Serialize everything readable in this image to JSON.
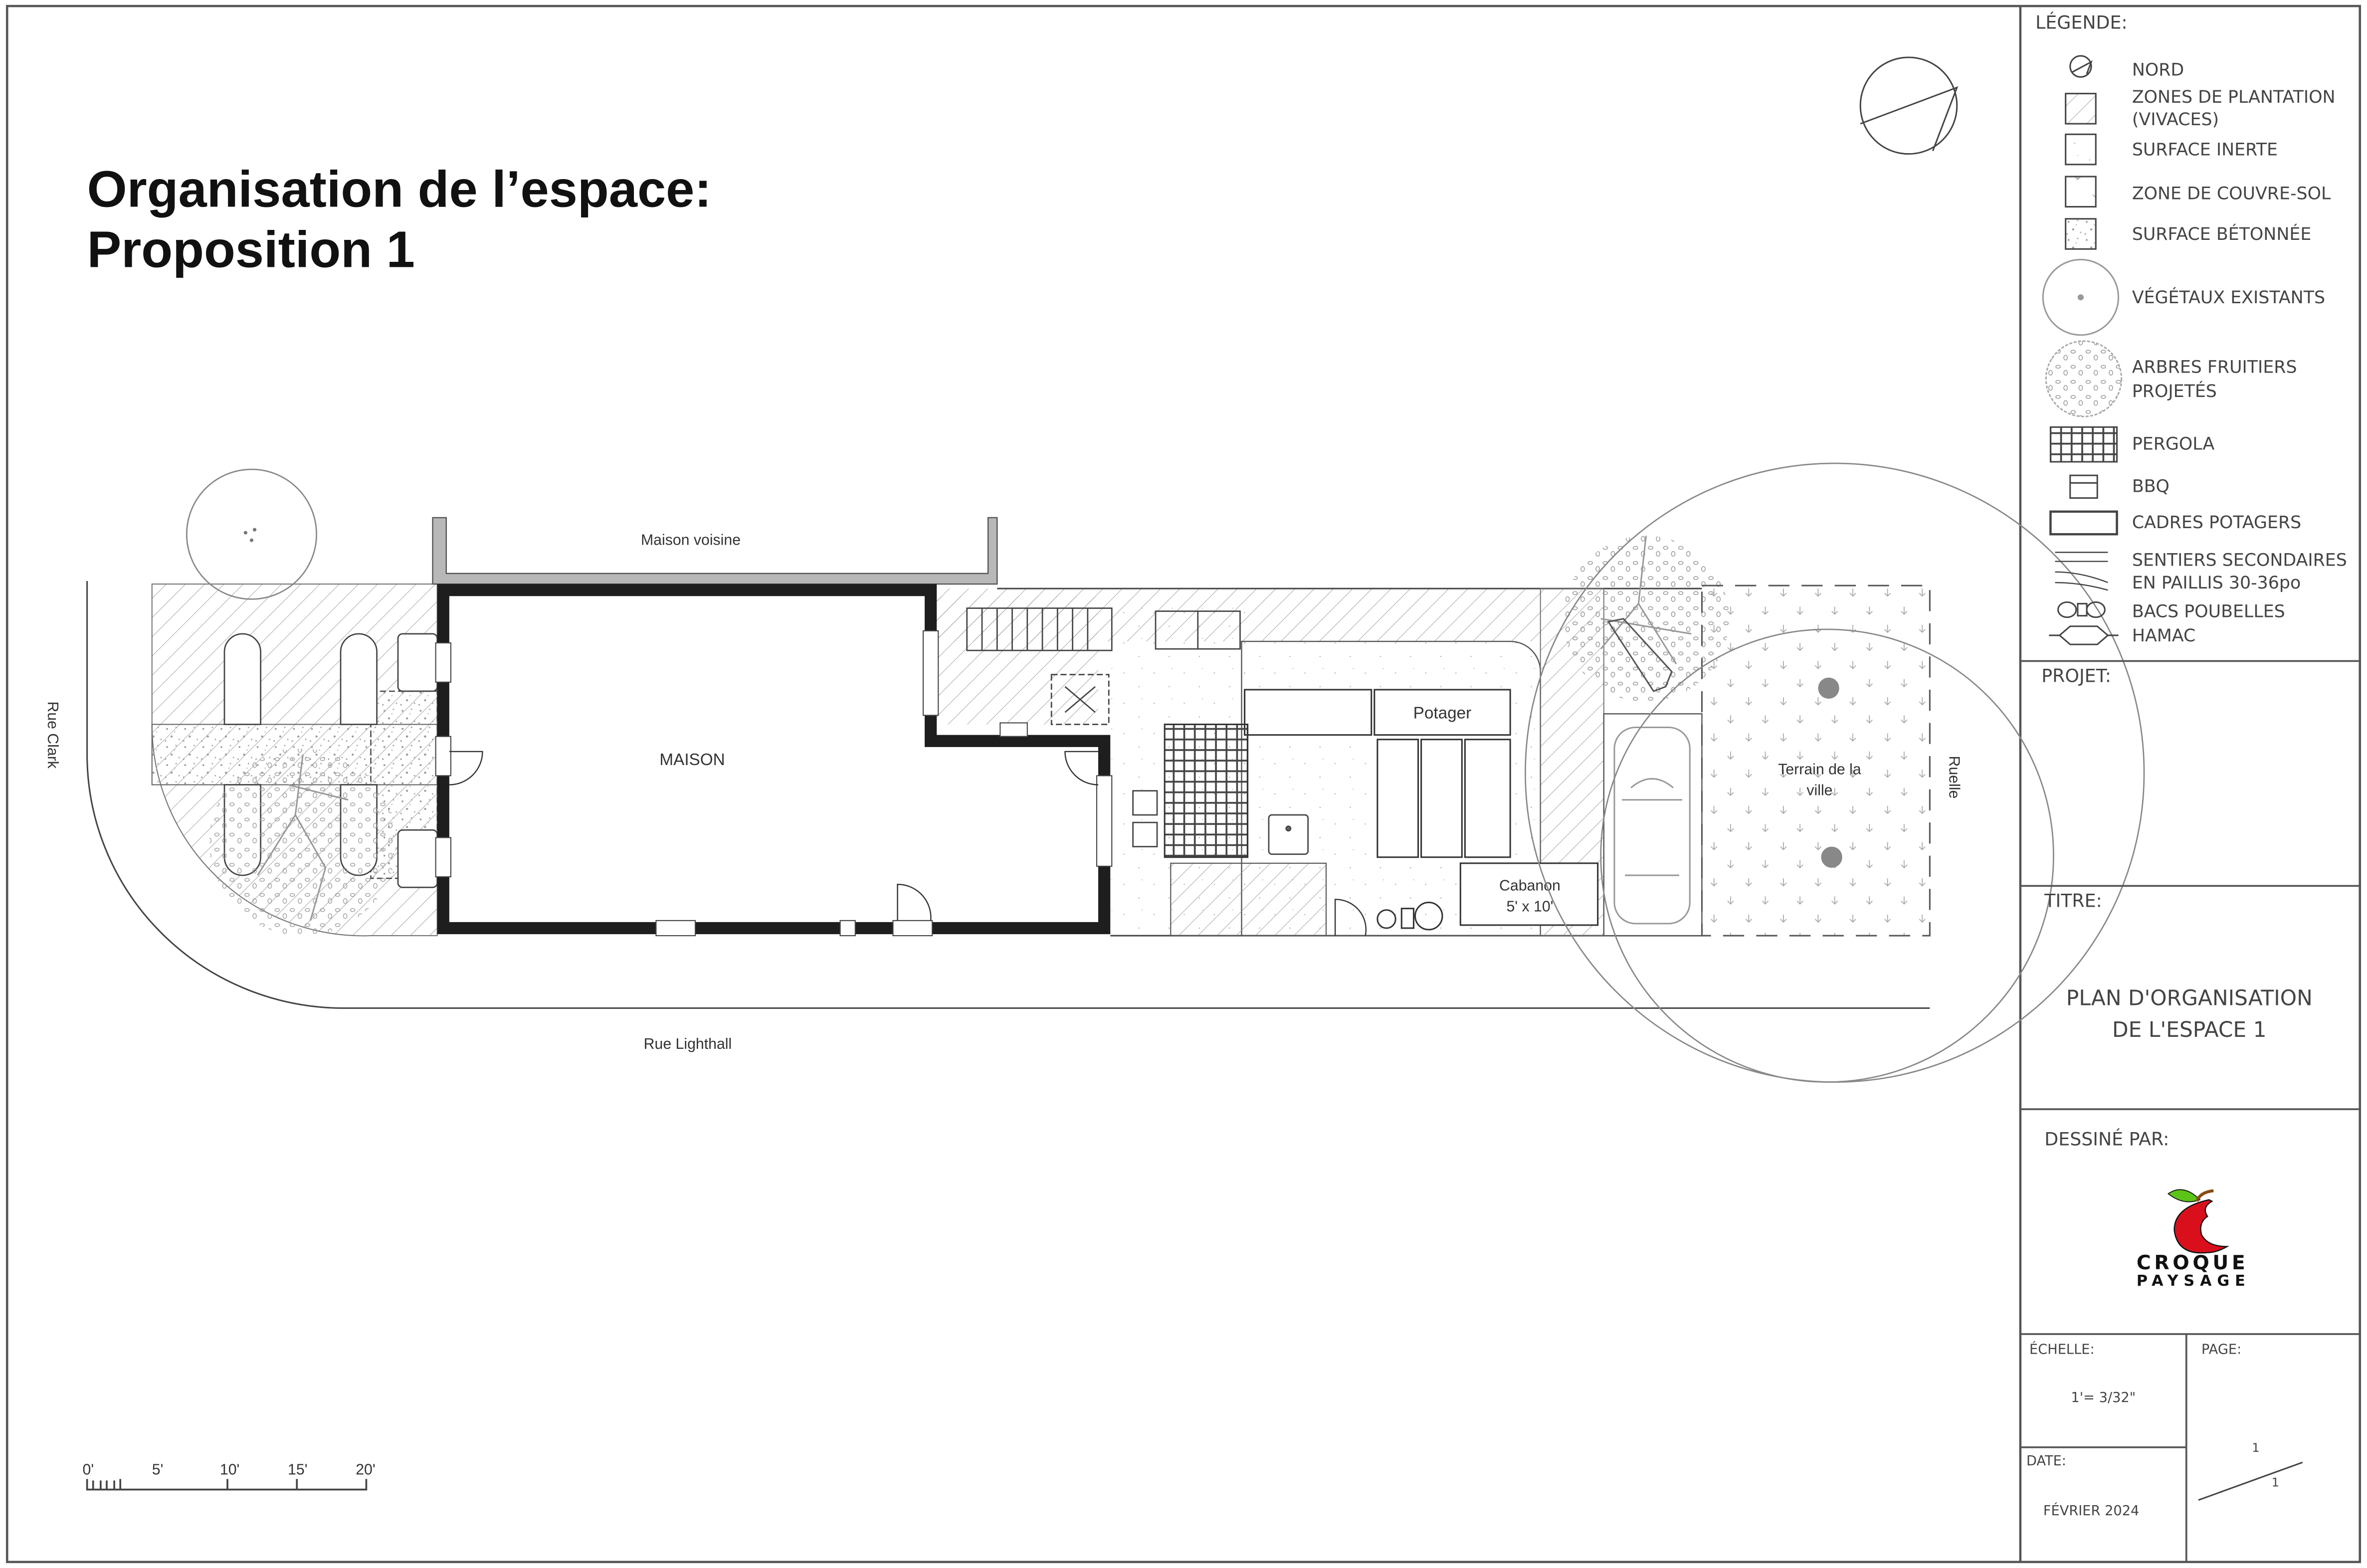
{
  "title": {
    "line1": "Organisation de l’espace:",
    "line2": "Proposition 1"
  },
  "plan": {
    "labels": {
      "maison_voisine": "Maison voisine",
      "maison": "MAISON",
      "potager": "Potager",
      "cabanon": "Cabanon",
      "cabanon_size": "5' x 10'",
      "terrain_line1": "Terrain de la",
      "terrain_line2": "ville",
      "ruelle": "Ruelle",
      "rue_clark": "Rue Clark",
      "rue_lighthall": "Rue Lighthall"
    },
    "scale_bar": {
      "ticks": [
        "0'",
        "5'",
        "10'",
        "15'",
        "20'"
      ]
    }
  },
  "legend": {
    "heading": "LÉGENDE:",
    "items": [
      {
        "label": "NORD",
        "icon": "north-icon"
      },
      {
        "label": "ZONES DE PLANTATION",
        "label2": "(VIVACES)",
        "icon": "hatch-swatch"
      },
      {
        "label": "SURFACE INERTE",
        "icon": "inert-swatch"
      },
      {
        "label": "ZONE DE COUVRE-SOL",
        "icon": "groundcover-swatch"
      },
      {
        "label": "SURFACE BÉTONNÉE",
        "icon": "concrete-swatch"
      },
      {
        "label": "VÉGÉTAUX EXISTANTS",
        "icon": "existing-plant-icon"
      },
      {
        "label": "ARBRES FRUITIERS",
        "label2": "PROJETÉS",
        "icon": "fruit-tree-icon"
      },
      {
        "label": "PERGOLA",
        "icon": "pergola-icon"
      },
      {
        "label": "BBQ",
        "icon": "bbq-icon"
      },
      {
        "label": "CADRES POTAGERS",
        "icon": "garden-bed-icon"
      },
      {
        "label": "SENTIERS SECONDAIRES",
        "label2": "EN PAILLIS 30-36po",
        "icon": "path-icon"
      },
      {
        "label": "BACS POUBELLES",
        "icon": "bins-icon"
      },
      {
        "label": "HAMAC",
        "icon": "hammock-icon"
      }
    ]
  },
  "title_block": {
    "projet_label": "PROJET:",
    "titre_label": "TITRE:",
    "titre_line1": "PLAN D'ORGANISATION",
    "titre_line2": "DE L'ESPACE 1",
    "dessine_label": "DESSINÉ PAR:",
    "logo_line1": "CROQUE",
    "logo_line2": "PAYSAGE",
    "echelle_label": "ÉCHELLE:",
    "echelle_value": "1'= 3/32\"",
    "page_label": "PAGE:",
    "page_current": "1",
    "page_total": "1",
    "date_label": "DATE:",
    "date_value": "FÉVRIER 2024"
  },
  "colors": {
    "line": "#444444",
    "wall": "#1e1e1e",
    "neighbor": "#b8b8b8",
    "logo_red": "#d9101c",
    "logo_leaf": "#5cc418",
    "logo_stem": "#8a4a12"
  }
}
